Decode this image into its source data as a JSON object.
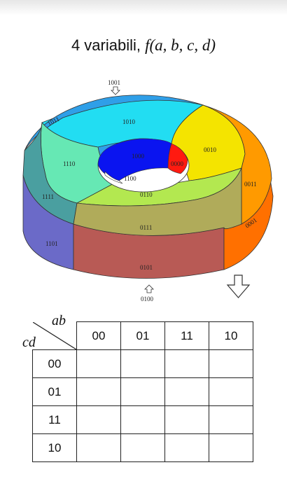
{
  "title": {
    "text": "4 variabili, ",
    "formula": "f(a, b, c, d)"
  },
  "torus": {
    "top_pointer_label": "1001",
    "bottom_pointer_label": "0100",
    "regions": {
      "r1011": "1011",
      "r1010": "1010",
      "r0010": "0010",
      "r0011": "0011",
      "r0001": "0001",
      "r0101": "0101",
      "r0111": "0111",
      "r0110": "0110",
      "r1101": "1101",
      "r1111": "1111",
      "r1110": "1110",
      "r1000": "1000",
      "r0000": "0000",
      "r1100": "1100"
    },
    "colors": {
      "1010": "#22ddf2",
      "1011": "#2f9fe8",
      "0010": "#f4e400",
      "0011": "#ff9a00",
      "0001": "#ff7000",
      "0101": "#b85a55",
      "0111": "#b0ab5a",
      "0110": "#b3e850",
      "1101": "#6b6ac8",
      "1111": "#4a9fa0",
      "1110": "#66e8b4",
      "1000": "#0a14f0",
      "0000": "#ff1a10",
      "1100": "#a8e0a0"
    }
  },
  "kmap": {
    "row_var": "cd",
    "col_var": "ab",
    "col_headers": [
      "00",
      "01",
      "11",
      "10"
    ],
    "row_headers": [
      "00",
      "01",
      "11",
      "10"
    ]
  }
}
